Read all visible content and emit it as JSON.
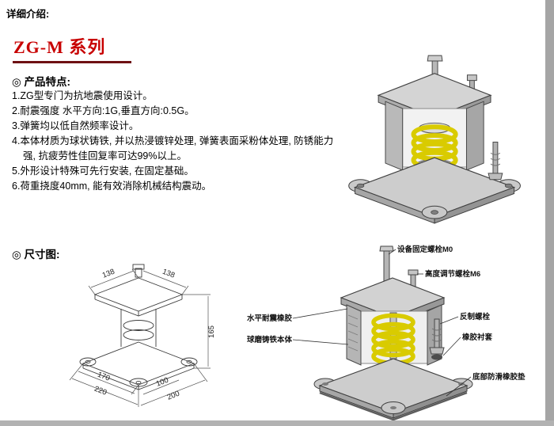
{
  "page": {
    "intro_label": "详细介绍:",
    "series_title": "ZG-M 系列"
  },
  "features": {
    "heading": "◎ 产品特点:",
    "items": [
      "1.ZG型专门为抗地震使用设计。",
      "2.耐震强度 水平方向:1G,垂直方向:0.5G。",
      "3.弹簧均以低自然频率设计。",
      "4.本体材质为球状铸铁, 并以热浸镀锌处理, 弹簧表面采粉体处理, 防锈能力强, 抗疲劳性佳回复率可达99%以上。",
      "5.外形设计特殊可先行安装, 在固定基础。",
      "6.荷重挠度40mm, 能有效消除机械结构震动。"
    ]
  },
  "dimension_section": {
    "heading": "◎ 尺寸图:",
    "dims": {
      "top_left": "138",
      "top_right": "138",
      "height": "165",
      "bottom_left_inner": "170",
      "bottom_left_outer": "220",
      "bottom_right_inner": "100",
      "bottom_right_outer": "200"
    }
  },
  "cutaway": {
    "labels": {
      "equipment_bolt": "设备固定螺栓M0",
      "height_bolt": "高度调节螺栓M6",
      "horizontal_rubber": "水平耐震橡胶",
      "counter_bolt": "反制螺栓",
      "cast_iron_body": "球磨铸铁本体",
      "rubber_bushing": "橡胶衬套",
      "bottom_pad": "底部防滑橡胶垫"
    }
  },
  "colors": {
    "title_red": "#c80000",
    "rule_maroon": "#6e1013",
    "spring_yellow": "#d9cb00",
    "metal_gray": "#cdcdcd"
  }
}
